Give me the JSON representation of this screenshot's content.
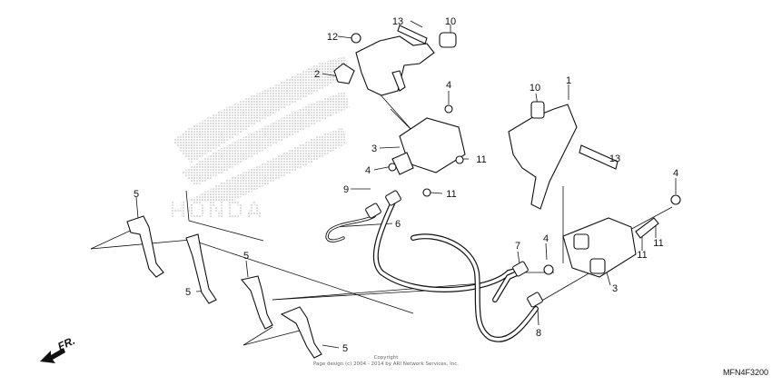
{
  "callouts": {
    "c13_top": "13",
    "c10_top": "10",
    "c12": "12",
    "c2": "2",
    "c4_a": "4",
    "c10_right": "10",
    "c1": "1",
    "c3_upper": "3",
    "c11_a": "11",
    "c4_b": "4",
    "c13_right": "13",
    "c9": "9",
    "c11_b": "11",
    "c4_c": "4",
    "c5_left": "5",
    "c6": "6",
    "c7": "7",
    "c4_d": "4",
    "c11_c": "11",
    "c11_d": "11",
    "c5_mid": "5",
    "c5_upper": "5",
    "c3_lower": "3",
    "c8": "8",
    "c5_bottom": "5"
  },
  "logo_text": "HONDA",
  "front_label": "FR.",
  "copyright": {
    "line1": "Copyright",
    "line2": "Page design (c) 2004 - 2014 by ARI Network Services, Inc."
  },
  "diagram_code": "MFN4F3200"
}
